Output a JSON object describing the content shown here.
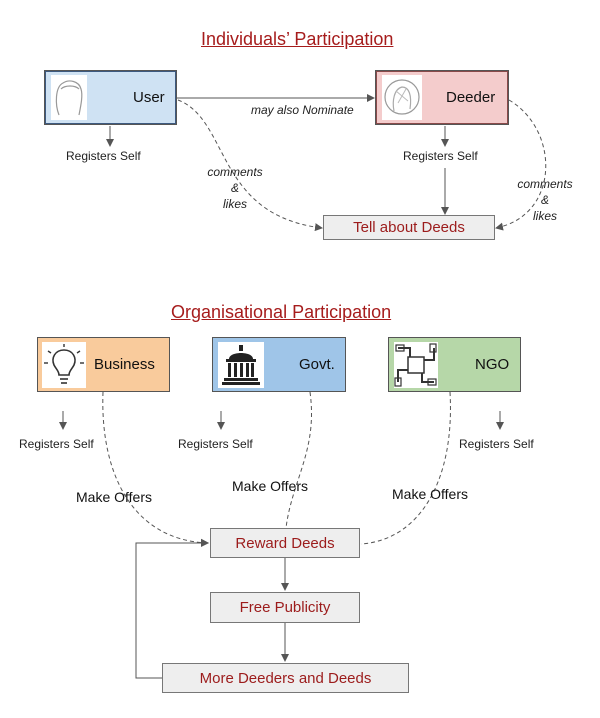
{
  "individuals": {
    "title": "Individuals’ Participation",
    "user_label": "User",
    "deeder_label": "Deeder",
    "nominate_text": "may also Nominate",
    "user_registers": "Registers Self",
    "deeder_registers": "Registers Self",
    "comments_left": [
      "comments",
      "&",
      "likes"
    ],
    "comments_right": [
      "comments",
      "&",
      "likes"
    ],
    "tell_about": "Tell about Deeds"
  },
  "organisational": {
    "title": "Organisational Participation",
    "business_label": "Business",
    "govt_label": "Govt.",
    "ngo_label": "NGO",
    "business_registers": "Registers Self",
    "govt_registers": "Registers Self",
    "ngo_registers": "Registers Self",
    "business_offers": "Make Offers",
    "govt_offers": "Make Offers",
    "ngo_offers": "Make Offers",
    "reward_deeds": "Reward Deeds",
    "free_publicity": "Free Publicity",
    "more_deeders": "More Deeders and Deeds"
  },
  "colors": {
    "title_red": "#a61c1c",
    "user_fill": "#cfe2f3",
    "deeder_fill": "#f4cccc",
    "business_fill": "#f9cb9c",
    "govt_fill": "#9fc5e8",
    "ngo_fill": "#b6d7a8",
    "box_fill": "#eeeeee"
  },
  "icons": {
    "user": "person-head-icon",
    "deeder": "person-head-icon",
    "business": "lightbulb-icon",
    "govt": "government-building-icon",
    "ngo": "joined-hands-icon"
  }
}
